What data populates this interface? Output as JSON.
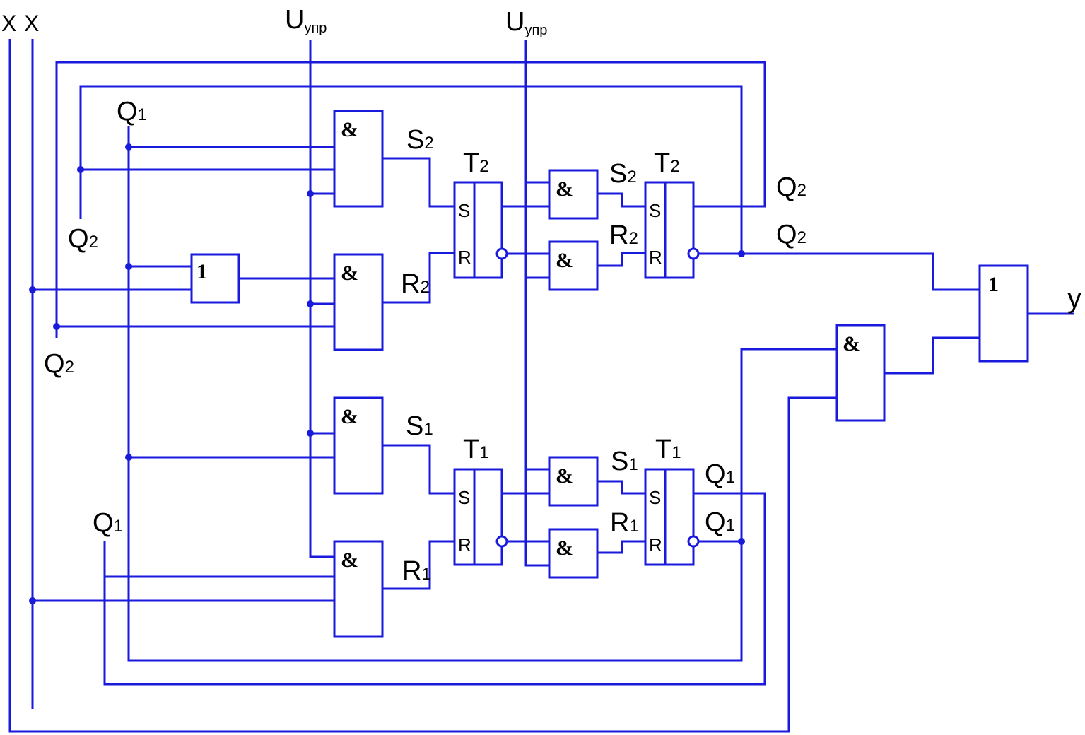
{
  "colors": {
    "wire": "#1a1adc",
    "text": "#000000"
  },
  "inputs": {
    "x1": "X",
    "x2": "X",
    "u1": {
      "main": "U",
      "sub": "упр"
    },
    "u2": {
      "main": "U",
      "sub": "упр"
    }
  },
  "gate_symbols": {
    "and": "&",
    "or": "1"
  },
  "pins": {
    "s": "S",
    "r": "R"
  },
  "labels": {
    "q1_top": {
      "main": "Q",
      "sub": "1"
    },
    "q2_a": {
      "main": "Q",
      "sub": "2"
    },
    "q2_b": {
      "main": "Q",
      "sub": "2"
    },
    "q1_left": {
      "main": "Q",
      "sub": "1"
    },
    "s2_a": {
      "main": "S",
      "sub": "2"
    },
    "r2_a": {
      "main": "R",
      "sub": "2"
    },
    "s1_a": {
      "main": "S",
      "sub": "1"
    },
    "r1_a": {
      "main": "R",
      "sub": "1"
    },
    "t2_a": {
      "main": "T",
      "sub": "2"
    },
    "t1_a": {
      "main": "T",
      "sub": "1"
    },
    "s2_b": {
      "main": "S",
      "sub": "2"
    },
    "r2_b": {
      "main": "R",
      "sub": "2"
    },
    "s1_b": {
      "main": "S",
      "sub": "1"
    },
    "r1_b": {
      "main": "R",
      "sub": "1"
    },
    "t2_b": {
      "main": "T",
      "sub": "2"
    },
    "t1_b": {
      "main": "T",
      "sub": "1"
    },
    "q2_out_a": {
      "main": "Q",
      "sub": "2"
    },
    "q2_out_b": {
      "main": "Q",
      "sub": "2"
    },
    "q1_out_a": {
      "main": "Q",
      "sub": "1"
    },
    "q1_out_b": {
      "main": "Q",
      "sub": "1"
    },
    "y": "y"
  }
}
